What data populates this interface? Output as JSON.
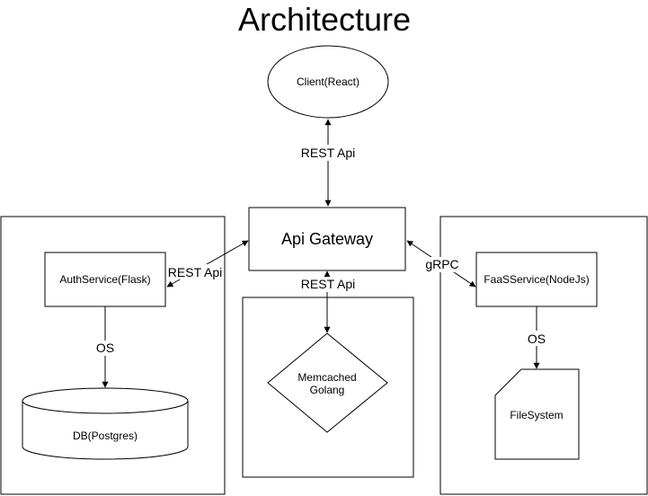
{
  "title": "Architecture",
  "nodes": {
    "client": "Client(React)",
    "gateway": "Api Gateway",
    "auth": "AuthService(Flask)",
    "db": "DB(Postgres)",
    "faas": "FaaSService(NodeJs)",
    "filesystem": "FileSystem",
    "memcached_line1": "Memcached",
    "memcached_line2": "Golang"
  },
  "edges": {
    "client_gateway": "REST Api",
    "gateway_auth": "REST Api",
    "gateway_memcached": "REST Api",
    "gateway_faas": "gRPC",
    "auth_db": "OS",
    "faas_filesystem": "OS"
  },
  "colors": {
    "stroke": "#000000",
    "fill": "#ffffff"
  }
}
